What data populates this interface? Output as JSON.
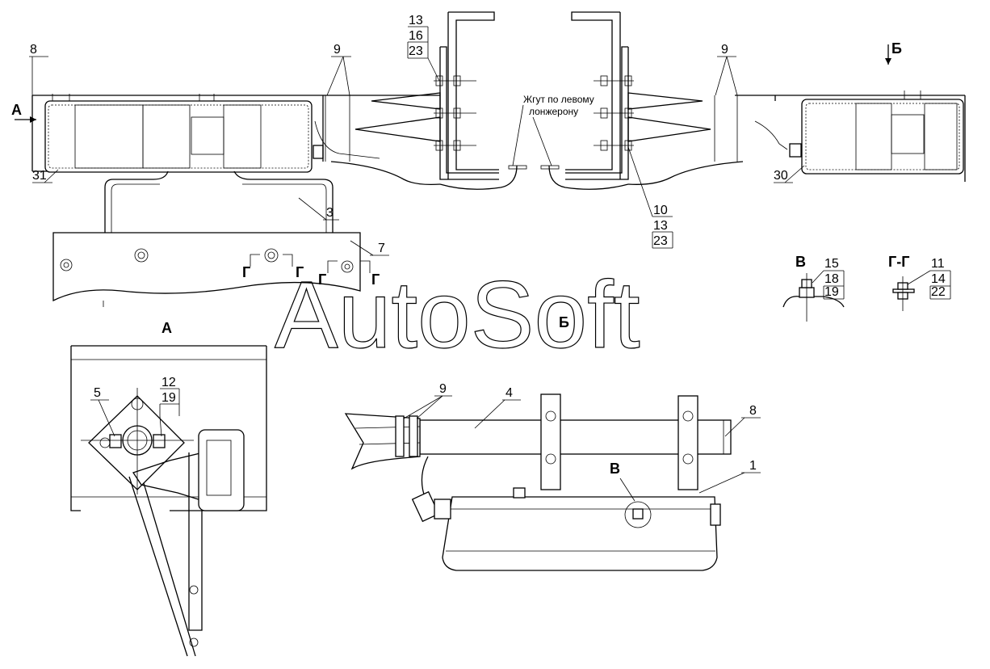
{
  "callouts": {
    "c1": "1",
    "c3": "3",
    "c4": "4",
    "c5": "5",
    "c7": "7",
    "c8_top": "8",
    "c8_view": "8",
    "c9_left": "9",
    "c9_right": "9",
    "c9_view": "9",
    "c12": "12",
    "c19_a": "19",
    "c30": "30",
    "c31": "31",
    "stack_top": [
      "13",
      "16",
      "23"
    ],
    "stack_right": [
      "10",
      "13",
      "23"
    ],
    "stack_v": [
      "15",
      "18",
      "19"
    ],
    "stack_g": [
      "11",
      "14",
      "22"
    ]
  },
  "views": {
    "A_arrow": "А",
    "A_title": "А",
    "B_arrow": "Б",
    "B_title": "Б",
    "V_marker": "В",
    "V_title": "В",
    "G_section": "Г-Г",
    "G_cut": "Г"
  },
  "note": {
    "line1": "Жгут по левому",
    "line2": "лонжерону"
  },
  "watermark": "AutoSoft"
}
